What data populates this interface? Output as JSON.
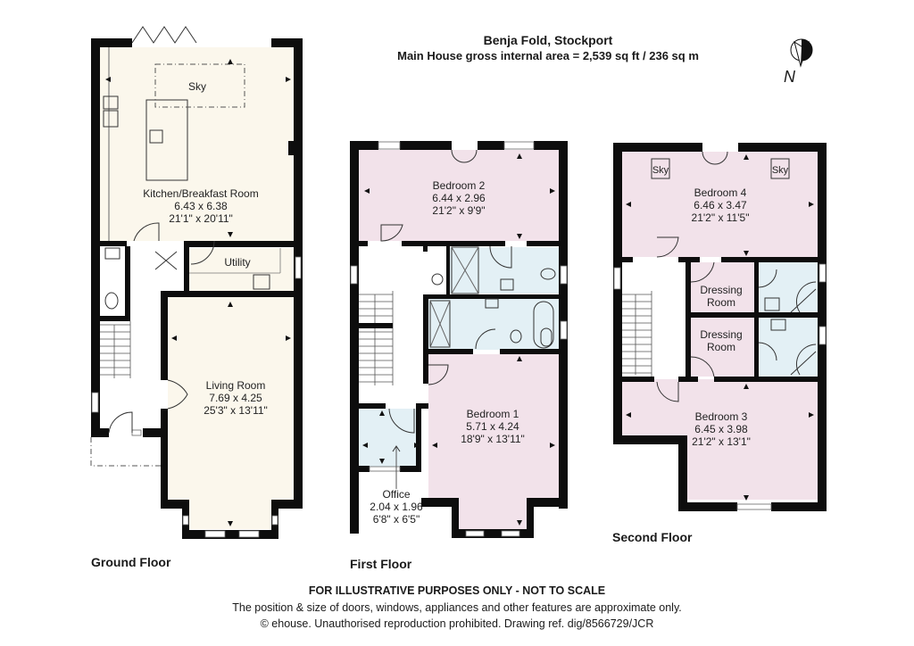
{
  "header": {
    "title": "Benja Fold, Stockport",
    "subtitle": "Main House gross internal area = 2,539 sq ft / 236 sq m"
  },
  "compass": {
    "icon": "north-arrow-icon",
    "label": "N"
  },
  "floors": {
    "ground": {
      "label": "Ground Floor",
      "rooms": {
        "kitchen": {
          "name": "Kitchen/Breakfast Room",
          "metric": "6.43 x 6.38",
          "imperial": "21'1\" x 20'11\""
        },
        "skylight": {
          "name": "Sky"
        },
        "utility": {
          "name": "Utility"
        },
        "living": {
          "name": "Living Room",
          "metric": "7.69 x 4.25",
          "imperial": "25'3\" x 13'11\""
        }
      }
    },
    "first": {
      "label": "First Floor",
      "rooms": {
        "bedroom2": {
          "name": "Bedroom 2",
          "metric": "6.44 x 2.96",
          "imperial": "21'2\" x 9'9\""
        },
        "bedroom1": {
          "name": "Bedroom 1",
          "metric": "5.71 x 4.24",
          "imperial": "18'9\" x 13'11\""
        },
        "office": {
          "name": "Office",
          "metric": "2.04 x 1.96",
          "imperial": "6'8\" x 6'5\""
        }
      }
    },
    "second": {
      "label": "Second Floor",
      "rooms": {
        "bedroom4": {
          "name": "Bedroom 4",
          "metric": "6.46 x 3.47",
          "imperial": "21'2\" x 11'5\""
        },
        "sky_left": {
          "name": "Sky"
        },
        "sky_right": {
          "name": "Sky"
        },
        "dressing1": {
          "name": "Dressing",
          "name2": "Room"
        },
        "dressing2": {
          "name": "Dressing",
          "name2": "Room"
        },
        "bedroom3": {
          "name": "Bedroom 3",
          "metric": "6.45 x 3.98",
          "imperial": "21'2\" x 13'1\""
        }
      }
    }
  },
  "footer": {
    "disclaimer": "FOR ILLUSTRATIVE PURPOSES ONLY - NOT TO SCALE",
    "note": "The position & size of doors, windows, appliances and other features are approximate only.",
    "copyright": "© ehouse. Unauthorised reproduction prohibited. Drawing ref. dig/8566729/JCR"
  },
  "colors": {
    "wall": "#0d0d0d",
    "kitchen_floor": "#fbf7ec",
    "bedroom_floor": "#f2e2ea",
    "wet_room_floor": "#e3f0f5"
  }
}
